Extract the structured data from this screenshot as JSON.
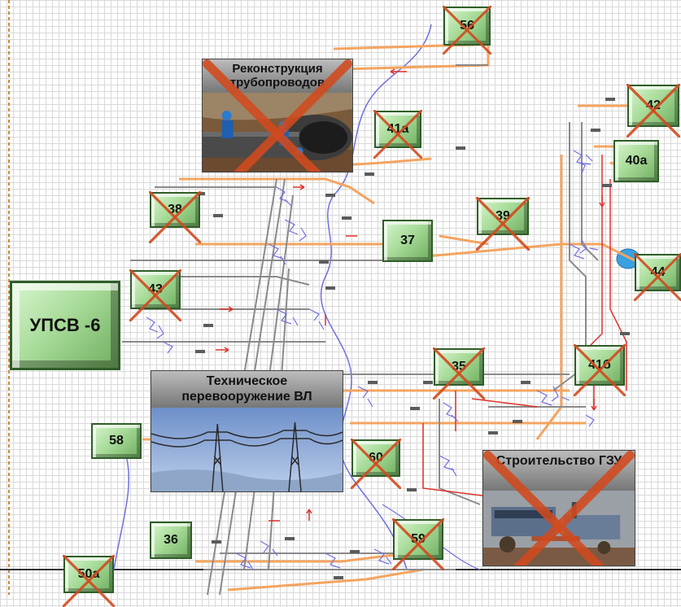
{
  "wells": {
    "w56": {
      "label": "56",
      "crossed": true
    },
    "w42": {
      "label": "42",
      "crossed": true
    },
    "w41a": {
      "label": "41а",
      "crossed": true
    },
    "w40a": {
      "label": "40а",
      "crossed": false
    },
    "w38": {
      "label": "38",
      "crossed": true
    },
    "w37": {
      "label": "37",
      "crossed": false
    },
    "w39": {
      "label": "39",
      "crossed": true
    },
    "w44": {
      "label": "44",
      "crossed": true
    },
    "w43": {
      "label": "43",
      "crossed": true
    },
    "w35": {
      "label": "35",
      "crossed": true
    },
    "w41b": {
      "label": "41б",
      "crossed": true
    },
    "w58": {
      "label": "58",
      "crossed": false
    },
    "w60": {
      "label": "60",
      "crossed": true
    },
    "w36": {
      "label": "36",
      "crossed": false
    },
    "w59": {
      "label": "59",
      "crossed": true
    },
    "w50a": {
      "label": "50а",
      "crossed": true
    },
    "upsv": {
      "label": "УПСВ -6",
      "crossed": false
    }
  },
  "cards": {
    "pipes": {
      "title": "Реконструкция трубопроводов",
      "photo": "pipeline-workers-photo",
      "crossed": true
    },
    "power": {
      "title": "Техническое перевооружение ВЛ",
      "photo": "power-line-towers-photo",
      "crossed": false
    },
    "gzu": {
      "title": "Строительство ГЗУ",
      "photo": "gas-metering-unit-photo",
      "crossed": true
    }
  },
  "colors": {
    "pipe_orange": "#f4a460",
    "pipe_gray": "#8a8a8a",
    "pipe_red": "#e0302a",
    "river_blue": "#6f6fe0",
    "cross_red": "#d24a1e",
    "well_green": "#a9dc9a"
  }
}
